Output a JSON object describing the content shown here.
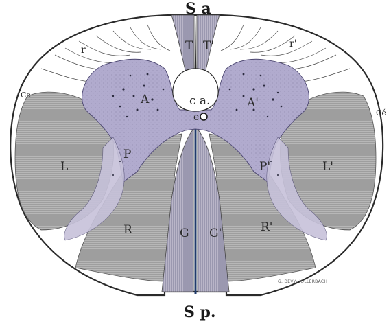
{
  "figure": {
    "labels": {
      "top": "S a",
      "bottom": "S p.",
      "canal_label": "c a.",
      "canal_e": "e",
      "ant_left": "A",
      "ant_right": "A'",
      "post_left": "P",
      "post_right": "P'",
      "lat_left": "L",
      "lat_right": "L'",
      "root_left": "R",
      "root_right": "R'",
      "goll_left": "G",
      "goll_right": "G'",
      "turck_left": "T",
      "turck_right": "T'",
      "rad_left": "r",
      "rad_right": "r'",
      "ce_left": "Ce",
      "ce_right": "Cé"
    },
    "engraver": "G. DEVY-HOLLERBACH",
    "colors": {
      "ink": "#2a2a2a",
      "grey_matter": "#a8a3c4",
      "white_tract": "#9a9a9a",
      "background": "#ffffff"
    }
  }
}
